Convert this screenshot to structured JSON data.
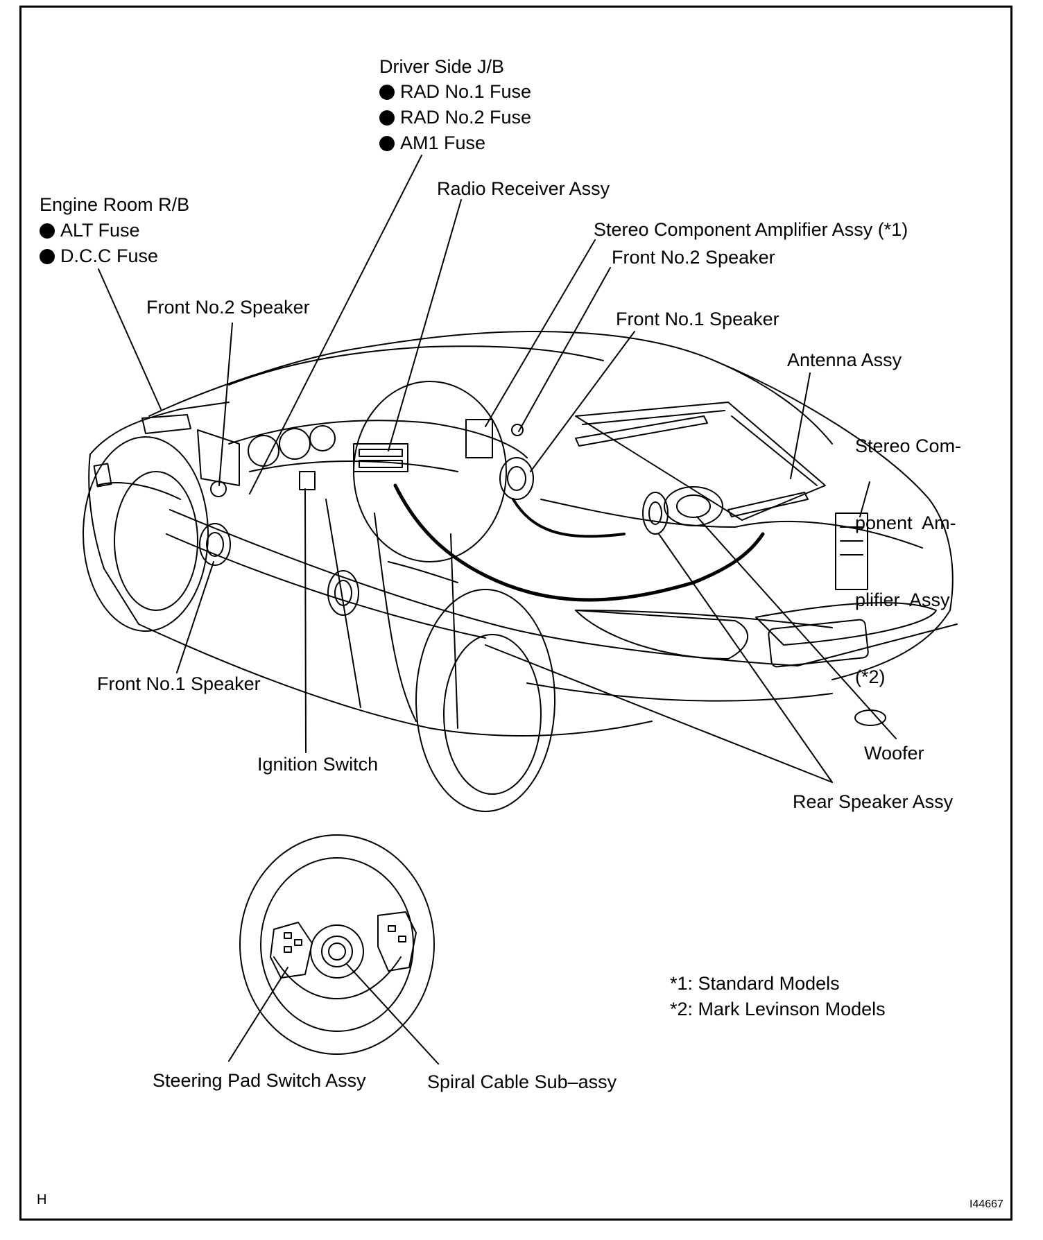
{
  "driver_jb": {
    "title": "Driver Side J/B",
    "items": [
      "RAD No.1 Fuse",
      "RAD No.2 Fuse",
      "AM1 Fuse"
    ]
  },
  "engine_rb": {
    "title": "Engine Room R/B",
    "items": [
      "ALT Fuse",
      "D.C.C Fuse"
    ]
  },
  "labels": {
    "radio_receiver": "Radio Receiver Assy",
    "amp_standard": "Stereo Component Amplifier Assy (*1)",
    "front_no2_right": "Front No.2 Speaker",
    "front_no1_right": "Front No.1 Speaker",
    "front_no2_left": "Front No.2 Speaker",
    "antenna": "Antenna Assy",
    "amp_ml_lines": [
      "Stereo Com-",
      "ponent  Am-",
      "plifier  Assy",
      "(*2)"
    ],
    "front_no1_left": "Front No.1 Speaker",
    "ignition_switch": "Ignition Switch",
    "woofer": "Woofer",
    "rear_speaker": "Rear Speaker Assy",
    "steering_pad_switch": "Steering Pad Switch Assy",
    "spiral_cable": "Spiral Cable Sub–assy"
  },
  "notes": [
    "*1: Standard Models",
    "*2: Mark Levinson Models"
  ],
  "corner": {
    "left": "H",
    "right": "I44667"
  }
}
